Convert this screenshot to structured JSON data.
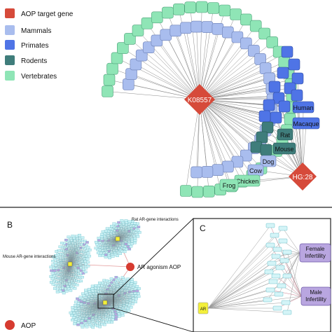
{
  "panelA": {
    "legend": [
      {
        "label": "AOP target gene",
        "color": "#d64a3a"
      },
      {
        "label": "Mammals",
        "color": "#a9bdee"
      },
      {
        "label": "Primates",
        "color": "#4f74e6"
      },
      {
        "label": "Rodents",
        "color": "#3f7d7b"
      },
      {
        "label": "Vertebrates",
        "color": "#8fe5b6"
      }
    ],
    "hub1": "K08557",
    "hub2": "HG:28",
    "species": {
      "human": "Human",
      "macaque": "Macaque",
      "rat": "Rat",
      "mouse": "Mouse",
      "dog": "Dog",
      "cow": "Cow",
      "chicken": "Chicken",
      "frog": "Frog"
    }
  },
  "panelB": {
    "letter": "B",
    "rat_label": "Rat AR-gene interactions",
    "mouse_label": "Mouse AR-gene interactions",
    "aop_label": "AR agonism AOP",
    "legend_label": "AOP",
    "legend_color": "#d63b30"
  },
  "panelC": {
    "letter": "C",
    "ar_label": "AR",
    "female_label": "Female Infertility",
    "male_label": "Male Infertility"
  },
  "colors": {
    "aop": "#d64a3a",
    "mammals": "#a9bdee",
    "primates": "#4f74e6",
    "rodents": "#3f7d7b",
    "vertebrates": "#8fe5b6",
    "infertility": "#b9a6e0",
    "ar": "#f3ef3a"
  }
}
